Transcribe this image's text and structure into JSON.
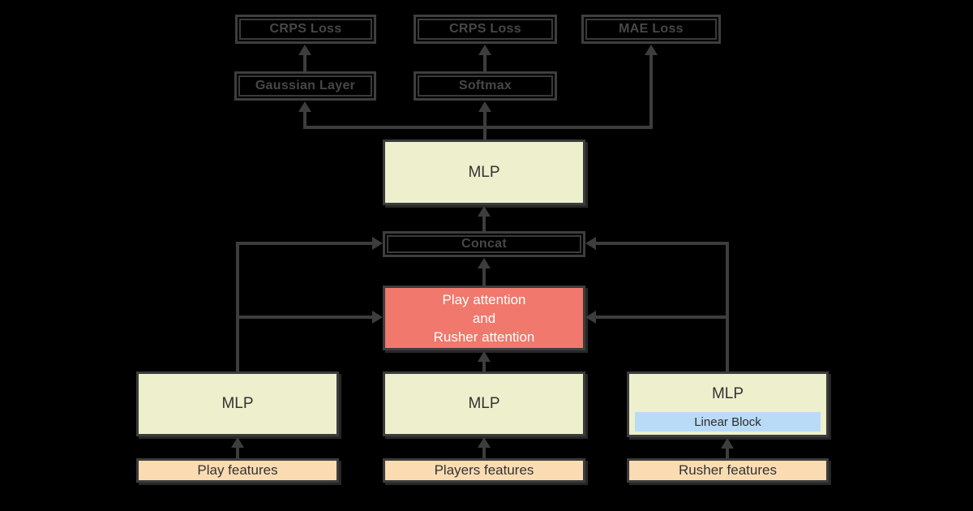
{
  "diagram": {
    "title": "Model architecture flow diagram (NFL rusher yards prediction style network)",
    "background_color": "#000000",
    "colors": {
      "line": "#3d3d3d",
      "dark_box_border": "#3e3e3e",
      "dark_box_text": "#474747",
      "mlp_fill": "#eef0cd",
      "features_fill": "#fbdcb2",
      "attention_fill": "#f0786c",
      "linear_block_fill": "#badbf7",
      "attention_text": "#ffffff",
      "fill_box_text": "#333333"
    },
    "nodes": {
      "crps_loss_1": "CRPS Loss",
      "crps_loss_2": "CRPS Loss",
      "mae_loss": "MAE Loss",
      "gaussian_layer": "Gaussian Layer",
      "softmax": "Softmax",
      "mlp_top": "MLP",
      "concat": "Concat",
      "attention": {
        "line1": "Play attention",
        "line2": "and",
        "line3": "Rusher attention"
      },
      "mlp_play": "MLP",
      "mlp_players": "MLP",
      "mlp_rusher": "MLP",
      "linear_block": "Linear Block",
      "play_features": "Play features",
      "players_features": "Players features",
      "rusher_features": "Rusher features"
    },
    "edges": [
      "play_features -> mlp_play",
      "players_features -> mlp_players",
      "rusher_features -> mlp_rusher(linear_block)",
      "mlp_play -> concat",
      "mlp_play -> attention",
      "mlp_players -> attention",
      "mlp_rusher -> concat",
      "mlp_rusher -> attention",
      "attention -> concat",
      "concat -> mlp_top",
      "mlp_top -> gaussian_layer",
      "mlp_top -> softmax",
      "mlp_top -> mae_loss",
      "gaussian_layer -> crps_loss_1",
      "softmax -> crps_loss_2"
    ]
  }
}
